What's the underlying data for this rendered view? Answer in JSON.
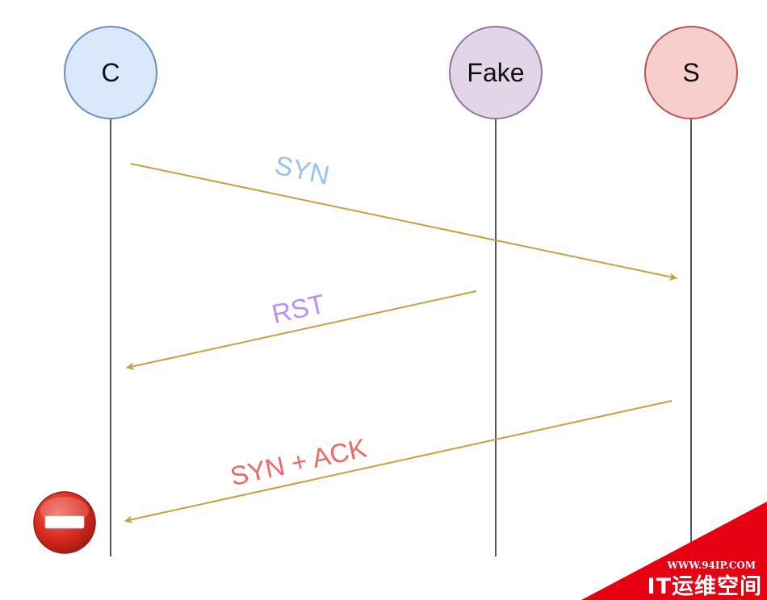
{
  "participants": [
    {
      "id": "client",
      "label": "C",
      "fill": "#dae8fc",
      "stroke": "#6c8ebf"
    },
    {
      "id": "fake",
      "label": "Fake",
      "fill": "#e1d5e7",
      "stroke": "#9673a6"
    },
    {
      "id": "server",
      "label": "S",
      "fill": "#f8cecc",
      "stroke": "#b85450"
    }
  ],
  "messages": [
    {
      "id": "syn",
      "label": "SYN",
      "from": "client",
      "to": "server",
      "label_color": "#99c2ee"
    },
    {
      "id": "rst",
      "label": "RST",
      "from": "fake",
      "to": "client",
      "label_color": "#bf8ff2"
    },
    {
      "id": "syn-ack",
      "label": "SYN + ACK",
      "from": "server",
      "to": "client",
      "label_color": "#ea6b66"
    }
  ],
  "colors": {
    "arrow": "#c9a03e",
    "lifeline": "#555555",
    "blocked": "#d0271c"
  },
  "blocked_icon": "no-entry-icon",
  "watermark": {
    "url": "WWW.94IP.COM",
    "name": "IT运维空间",
    "color": "#e60012"
  }
}
